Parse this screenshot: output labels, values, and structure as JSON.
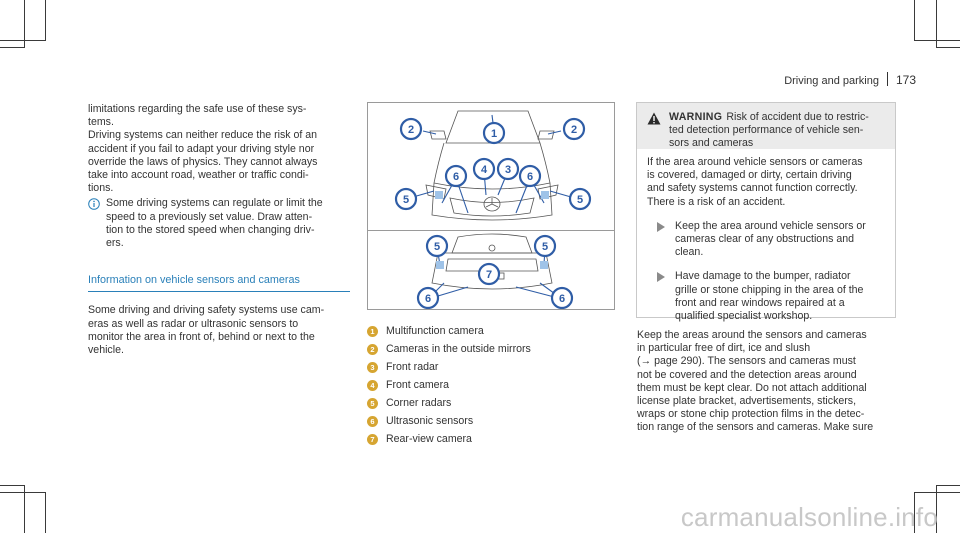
{
  "header": {
    "section": "Driving and parking",
    "page_number": "173"
  },
  "column1": {
    "paragraphs": [
      "limitations regarding the safe use of these sys-\ntems.",
      "Driving systems can neither reduce the risk of an\naccident if you fail to adapt your driving style nor\noverride the laws of physics. They cannot always\ntake into account road, weather or traffic condi-\ntions."
    ],
    "note": "Some driving systems can regulate or limit the\nspeed to a previously set value. Draw atten-\ntion to the stored speed when changing driv-\ners.",
    "section_title": "Information on vehicle sensors and cameras",
    "section_text": "Some driving and driving safety systems use cam-\neras as well as radar or ultrasonic sensors to\nmonitor the area in front of, behind or next to the\nvehicle."
  },
  "figure": {
    "callouts_front": [
      "2",
      "1",
      "2",
      "6",
      "4",
      "3",
      "6",
      "5",
      "5"
    ],
    "callouts_rear": [
      "5",
      "5",
      "7",
      "6",
      "6"
    ]
  },
  "legend": [
    {
      "num": "1",
      "label": "Multifunction camera"
    },
    {
      "num": "2",
      "label": "Cameras in the outside mirrors"
    },
    {
      "num": "3",
      "label": "Front radar"
    },
    {
      "num": "4",
      "label": "Front camera"
    },
    {
      "num": "5",
      "label": "Corner radars"
    },
    {
      "num": "6",
      "label": "Ultrasonic sensors"
    },
    {
      "num": "7",
      "label": "Rear-view camera"
    }
  ],
  "warning": {
    "label": "WARNING",
    "title": "Risk of accident due to restric-\nted detection performance of vehicle sen-\nsors and cameras",
    "body": "If the area around vehicle sensors or cameras\nis covered, damaged or dirty, certain driving\nand safety systems cannot function correctly.\nThere is a risk of an accident.",
    "steps": [
      "Keep the area around vehicle sensors or\ncameras clear of any obstructions and\nclean.",
      "Have damage to the bumper, radiator\ngrille or stone chipping in the area of the\nfront and rear windows repaired at a\nqualified specialist workshop."
    ]
  },
  "column3": {
    "paragraph": "Keep the areas around the sensors and cameras\nin particular free of dirt, ice and slush\n(→ page 290). The sensors and cameras must\nnot be covered and the detection areas around\nthem must be kept clear. Do not attach additional\nlicense plate bracket, advertisements, stickers,\nwraps or stone chip protection films in the detec-\ntion range of the sensors and cameras. Make sure"
  },
  "watermark": "carmanualsonline.info",
  "colors": {
    "accent_blue": "#2a80b9",
    "callout_blue": "#2f5da6",
    "badge_gold": "#d6a531",
    "warning_bg": "#ebebeb"
  }
}
